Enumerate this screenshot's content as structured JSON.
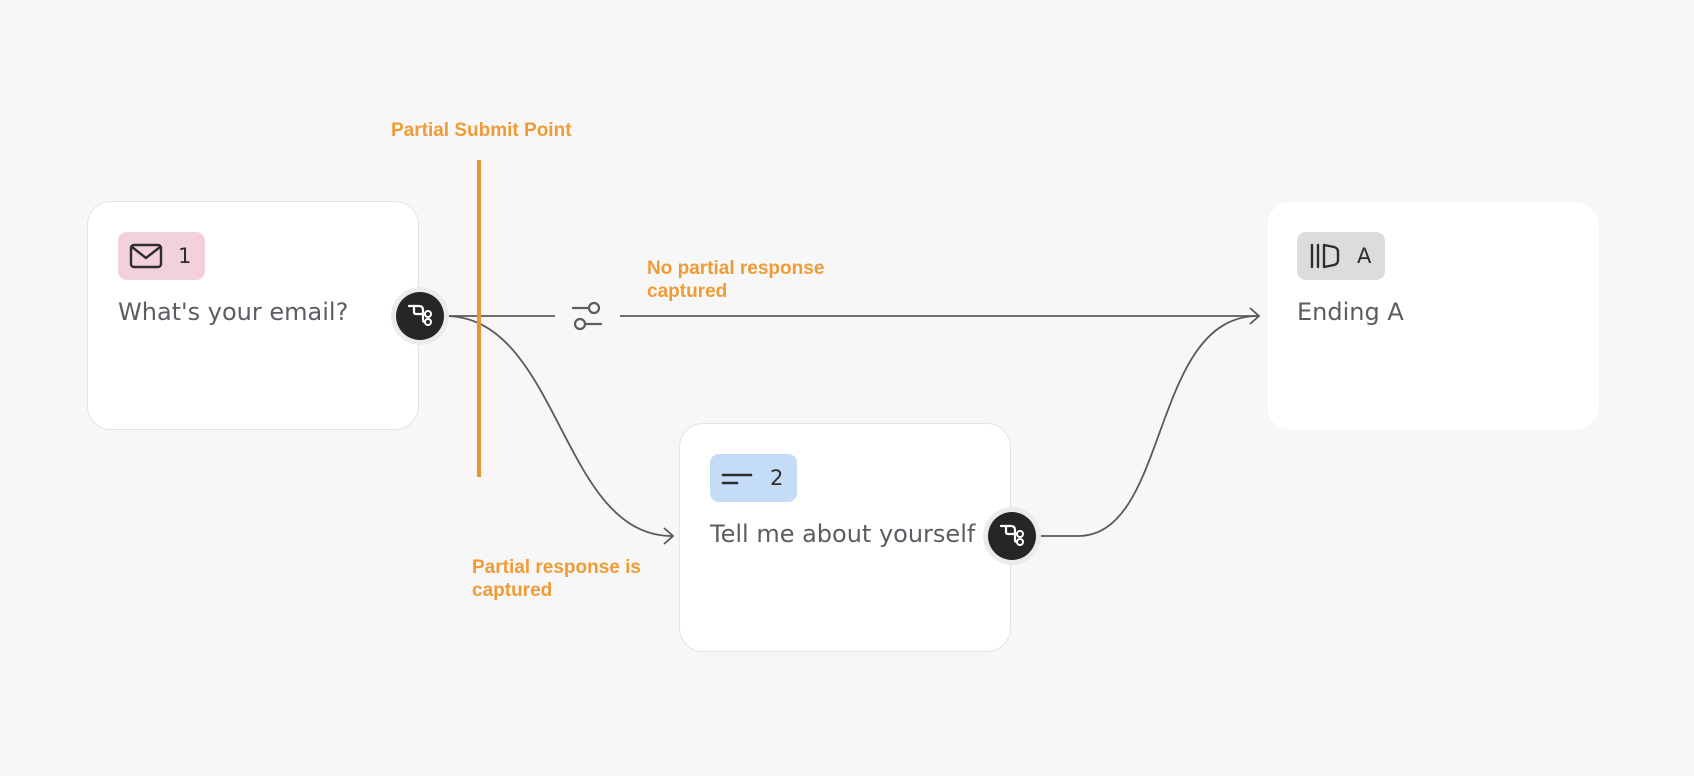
{
  "annotations": {
    "partial_submit_point": "Partial Submit Point",
    "no_partial_line1": "No partial response",
    "no_partial_line2": "captured",
    "partial_line1": "Partial response is",
    "partial_line2": "captured"
  },
  "nodes": {
    "email_question": {
      "badge_number": "1",
      "title": "What's your email?",
      "icon": "mail-icon",
      "badge_color": "#f2d1dc"
    },
    "about_question": {
      "badge_number": "2",
      "title": "Tell me about yourself",
      "icon": "short-text-icon",
      "badge_color": "#c5dcf6"
    },
    "ending_a": {
      "badge_number": "A",
      "title": "Ending A",
      "icon": "ending-icon",
      "badge_color": "#dcdcdc"
    }
  },
  "edges": [
    {
      "from": "email_question",
      "to": "ending_a",
      "condition_icon": "filter-sliders-icon"
    },
    {
      "from": "email_question",
      "to": "about_question"
    },
    {
      "from": "about_question",
      "to": "ending_a"
    }
  ],
  "colors": {
    "accent": "#e9962f",
    "annotation": "#ef9c36",
    "edge": "#555555",
    "branch_button": "#262626"
  }
}
